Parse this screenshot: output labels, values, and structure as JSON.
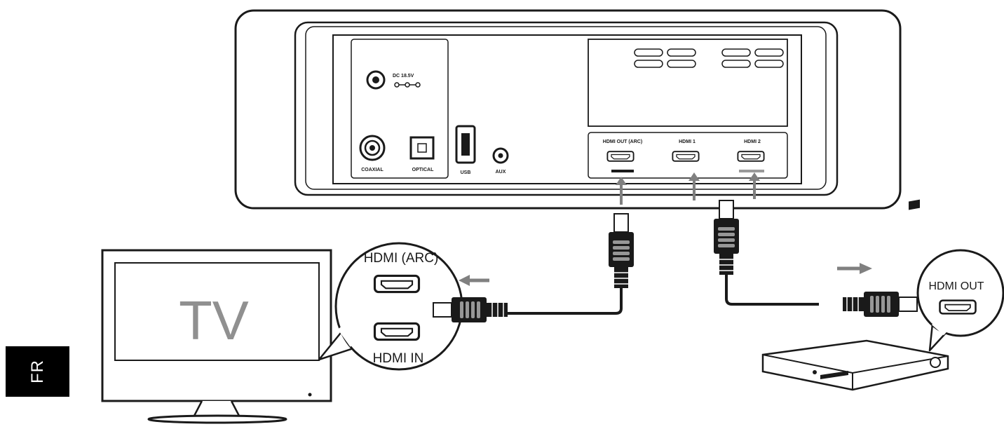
{
  "panel_labels": {
    "dc": "DC 18.5V",
    "coaxial": "COAXIAL",
    "optical": "OPTICAL",
    "usb": "USB",
    "aux": "AUX",
    "hdmi_out_arc": "HDMI OUT (ARC)",
    "hdmi_1": "HDMI 1",
    "hdmi_2": "HDMI 2"
  },
  "tv": {
    "screen_text": "TV",
    "callout_top": "HDMI (ARC)",
    "callout_bottom": "HDMI IN"
  },
  "player": {
    "callout_label": "HDMI OUT"
  },
  "language_tab": "FR",
  "colors": {
    "line": "#1a1a1a",
    "arrow": "#808080",
    "tab_bg": "#000000",
    "tab_text": "#ffffff"
  }
}
